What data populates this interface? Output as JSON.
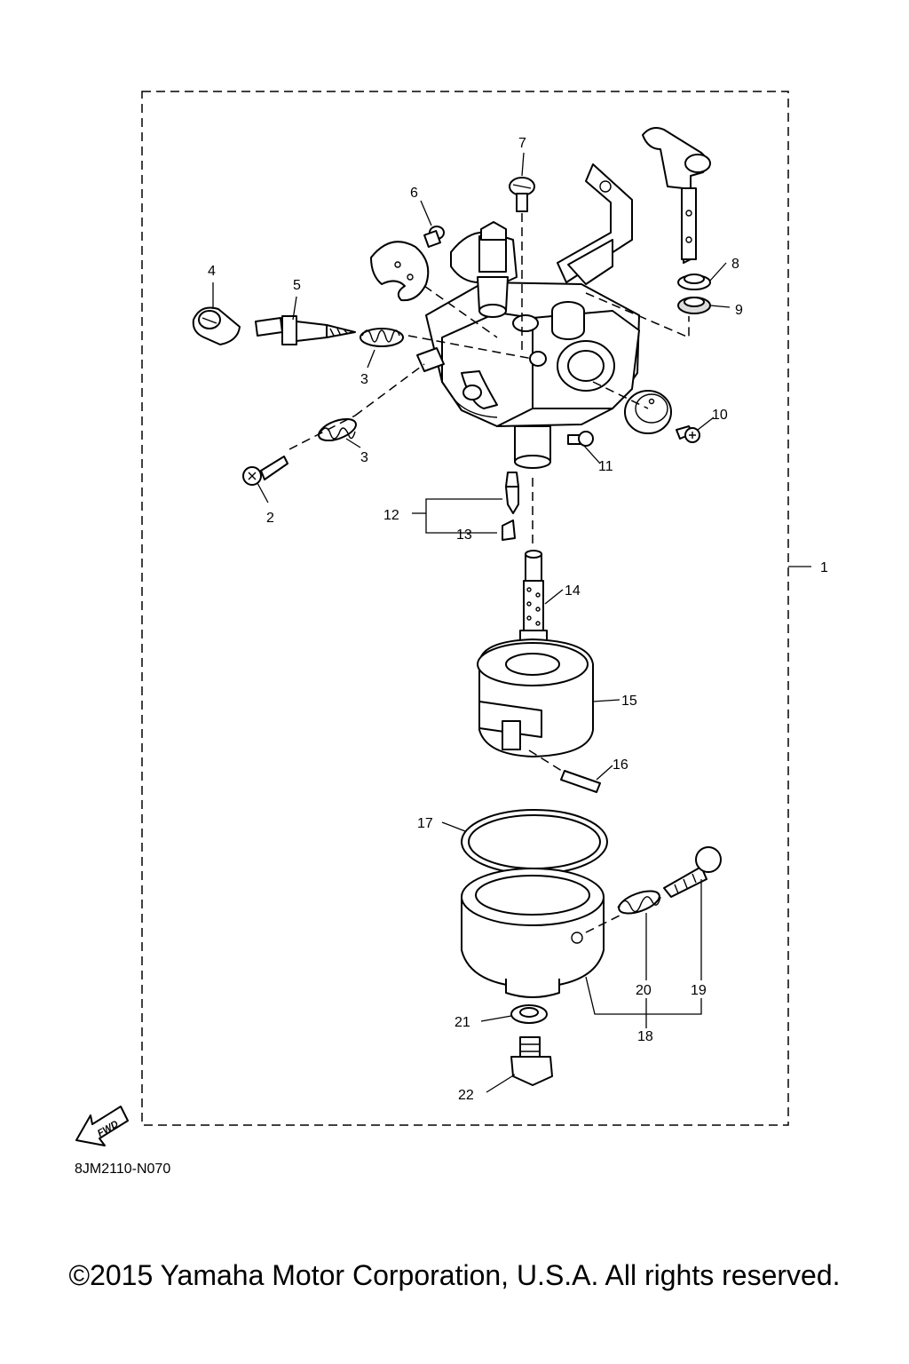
{
  "diagram": {
    "code": "8JM2110-N070",
    "fwd_label": "FWD",
    "callouts": {
      "c1": "1",
      "c2": "2",
      "c3a": "3",
      "c3b": "3",
      "c4": "4",
      "c5": "5",
      "c6": "6",
      "c7": "7",
      "c8": "8",
      "c9": "9",
      "c10": "10",
      "c11": "11",
      "c12": "12",
      "c13": "13",
      "c14": "14",
      "c15": "15",
      "c16": "16",
      "c17": "17",
      "c18": "18",
      "c19": "19",
      "c20": "20",
      "c21": "21",
      "c22": "22"
    }
  },
  "footer": {
    "copyright": "©2015 Yamaha Motor Corporation, U.S.A. All rights reserved."
  }
}
